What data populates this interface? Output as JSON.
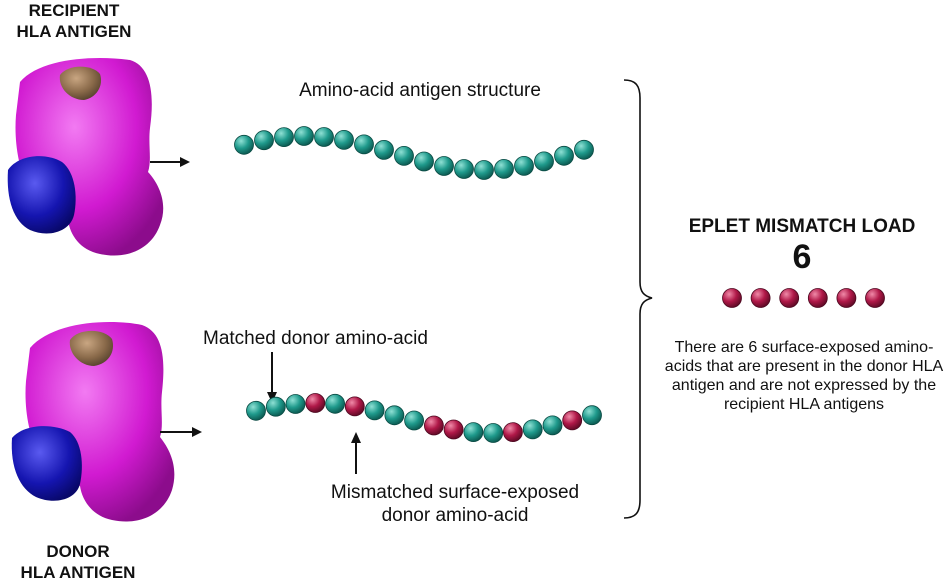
{
  "recipient": {
    "title_line1": "RECIPIENT",
    "title_line2": "HLA ANTIGEN"
  },
  "donor": {
    "title_line1": "DONOR",
    "title_line2": "HLA ANTIGEN"
  },
  "structure_title": "Amino-acid antigen structure",
  "matched_label": "Matched donor amino-acid",
  "mismatch_label_line1": "Mismatched surface-exposed",
  "mismatch_label_line2": "donor amino-acid",
  "load": {
    "title": "EPLET MISMATCH LOAD",
    "value": "6",
    "description": "There are 6 surface-exposed amino-acids that are present in the donor HLA antigen and are not expressed by the recipient HLA antigens"
  },
  "colors": {
    "matched": "#1f9a8c",
    "mismatched": "#b01848",
    "protein_main": "#d11ad1",
    "protein_light_chain": "#1515b0",
    "protein_peptide": "#8a6a4a"
  },
  "recipient_chain": [
    "m",
    "m",
    "m",
    "m",
    "m",
    "m",
    "m",
    "m",
    "m",
    "m",
    "m",
    "m",
    "m",
    "m",
    "m",
    "m",
    "m",
    "m"
  ],
  "donor_chain": [
    "m",
    "m",
    "m",
    "x",
    "m",
    "x",
    "m",
    "m",
    "m",
    "x",
    "x",
    "m",
    "m",
    "x",
    "m",
    "m",
    "x",
    "m"
  ],
  "load_beads": [
    "x",
    "x",
    "x",
    "x",
    "x",
    "x"
  ]
}
